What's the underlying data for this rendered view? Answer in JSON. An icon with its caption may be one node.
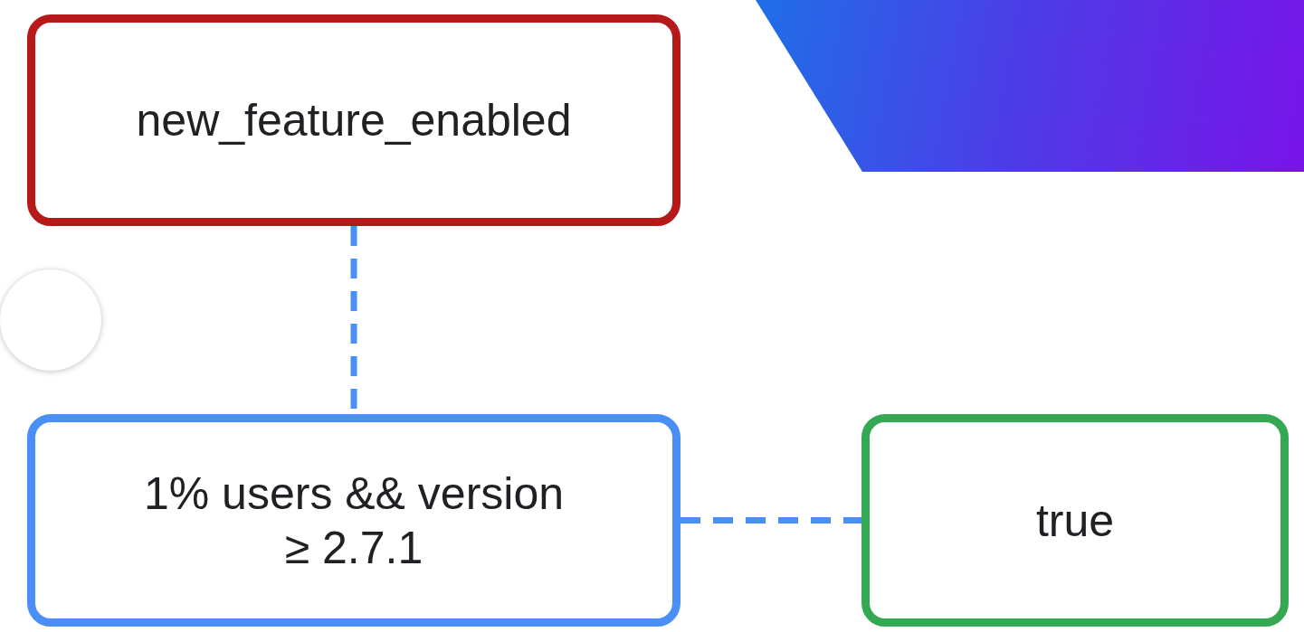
{
  "diagram": {
    "nodes": [
      {
        "text": [
          "new_feature_enabled"
        ]
      },
      {
        "text": [],
        "shape": "box"
      },
      {
        "text": [],
        "shape": "circle"
      },
      {
        "text": [
          "1% users && version ≥ 2.7.1"
        ]
      },
      {
        "text": [
          "true"
        ]
      }
    ],
    "edges": [
      {
        "from": 0,
        "to": 3,
        "arrow": "none",
        "style": "dashed"
      },
      {
        "from": 3,
        "to": 4,
        "arrow": "none",
        "style": "dashed"
      }
    ]
  }
}
